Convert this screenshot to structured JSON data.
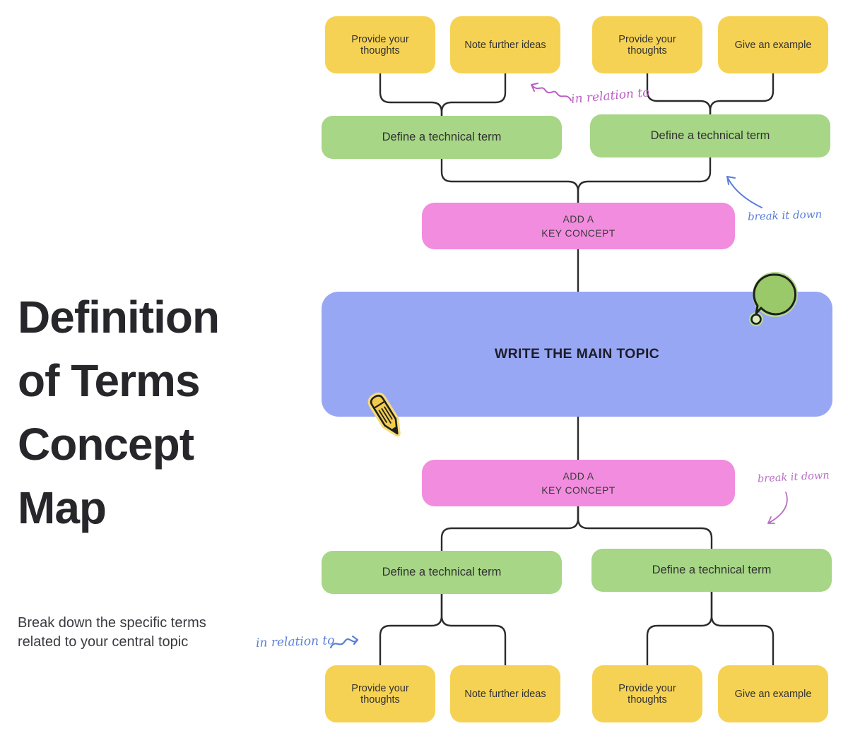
{
  "header": {
    "title_line1": "Definition",
    "title_line2": "of Terms",
    "title_line3": "Concept",
    "title_line4": "Map",
    "subtitle_line1": "Break down the specific terms",
    "subtitle_line2": "related to your central topic"
  },
  "colors": {
    "yellow": "#F6D254",
    "green": "#A6D686",
    "pink": "#F28CDE",
    "blue": "#98A7F4",
    "line": "#2B2B2B",
    "title": "#26262B",
    "body": "#3A3A40",
    "boxtext": "#323232",
    "ann-purple": "#BC5EC5",
    "ann-blue": "#5B7ED8",
    "ann-orchid": "#BA6FC6"
  },
  "map": {
    "main_topic": "WRITE THE MAIN TOPIC",
    "key_concept_top": {
      "line1": "ADD A",
      "line2": "KEY CONCEPT"
    },
    "key_concept_bottom": {
      "line1": "ADD A",
      "line2": "KEY CONCEPT"
    },
    "terms": [
      {
        "label": "Define a technical term"
      },
      {
        "label": "Define a technical term"
      },
      {
        "label": "Define a technical term"
      },
      {
        "label": "Define a technical term"
      }
    ],
    "leaves_top": [
      {
        "label": "Provide your thoughts"
      },
      {
        "label": "Note further ideas"
      },
      {
        "label": "Provide your thoughts"
      },
      {
        "label": "Give an example"
      }
    ],
    "leaves_bottom": [
      {
        "label": "Provide your thoughts"
      },
      {
        "label": "Note further ideas"
      },
      {
        "label": "Provide your thoughts"
      },
      {
        "label": "Give an example"
      }
    ]
  },
  "annotations": {
    "in_relation_to_top": "in relation to",
    "break_it_down_top": "break it down",
    "break_it_down_bottom": "break it down",
    "in_relation_to_bottom": "in relation to"
  },
  "icons": {
    "thought_bubble": "thought-bubble-icon",
    "pencil": "pencil-icon"
  }
}
